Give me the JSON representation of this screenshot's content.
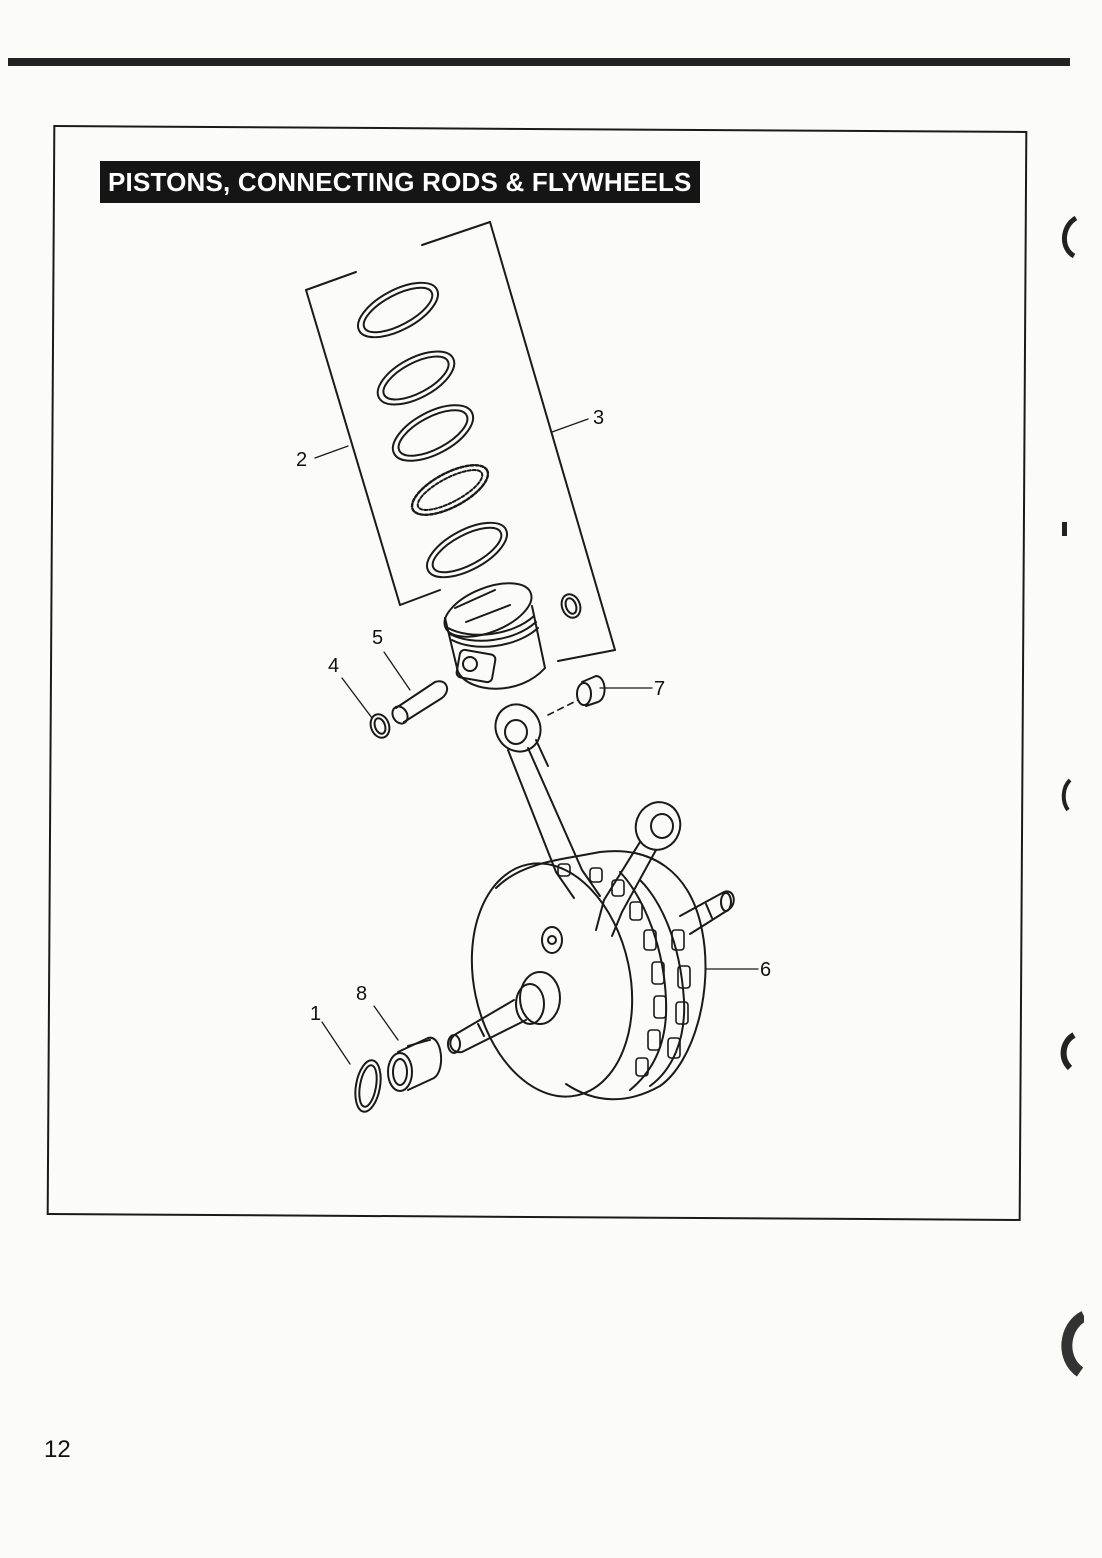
{
  "document": {
    "title": "PISTONS, CONNECTING RODS & FLYWHEELS",
    "page_number": "12",
    "callouts": [
      "1",
      "2",
      "3",
      "4",
      "5",
      "6",
      "7",
      "8"
    ]
  }
}
